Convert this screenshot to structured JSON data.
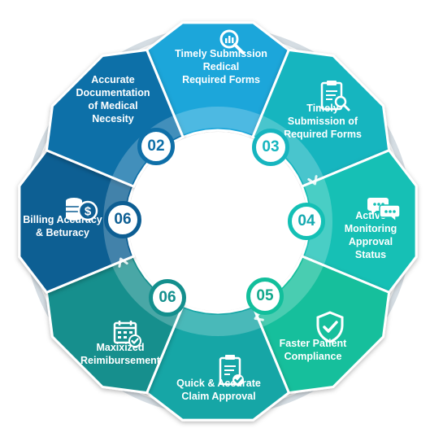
{
  "segments": [
    {
      "id": "timely-submission-redical",
      "label": "Timely Submission\nRedical\nRequired Forms",
      "number": "",
      "icon": "magnifier-chart-icon",
      "color": "#1ea6da"
    },
    {
      "id": "timely-submission-required",
      "label": "Timely\nSubmission of\nRequired Forms",
      "number": "03",
      "icon": "clipboard-search-icon",
      "color": "#16b5bf"
    },
    {
      "id": "active-monitoring",
      "label": "Active Monitoring\nApproval\nStatus",
      "number": "04",
      "icon": "chat-bubbles-icon",
      "color": "#14c0b5"
    },
    {
      "id": "faster-patient",
      "label": "Faster Patient\nCompliance",
      "number": "05",
      "icon": "shield-check-icon",
      "color": "#12bf9c"
    },
    {
      "id": "quick-accurate",
      "label": "Quick & Accurate\nClaim Approval",
      "number": "",
      "icon": "clipboard-check-icon",
      "color": "#17a6a6"
    },
    {
      "id": "maxixized",
      "label": "Maxixized\nReimibursement",
      "number": "06",
      "icon": "calendar-check-icon",
      "color": "#138f8d"
    },
    {
      "id": "billing-accuracy",
      "label": "Billing Accuracy\n& Beturacy",
      "number": "06",
      "icon": "coins-dollar-icon",
      "color": "#0d5e93"
    },
    {
      "id": "accurate-documentation",
      "label": "Accurate\nDocumentation\nof Medical\nNecesity",
      "number": "02",
      "icon": "",
      "color": "#0e6fa8"
    }
  ]
}
